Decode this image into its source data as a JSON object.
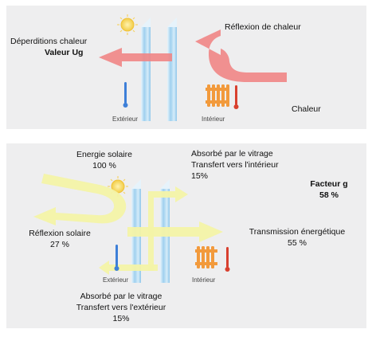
{
  "top": {
    "loss_label_1": "Déperditions chaleur",
    "loss_label_2": "Valeur Ug",
    "reflection_label": "Réflexion de chaleur",
    "heat_label": "Chaleur",
    "exterior_label": "Extérieur",
    "interior_label": "Intérieur"
  },
  "bottom": {
    "solar_label": "Energie solaire",
    "solar_value": "100 %",
    "absorbed_in_1": "Absorbé par le vitrage",
    "absorbed_in_2": "Transfert vers l'intérieur",
    "absorbed_in_value": "15%",
    "factor_label": "Facteur g",
    "factor_value": "58 %",
    "reflection_label": "Réflexion solaire",
    "reflection_value": "27 %",
    "transmission_label": "Transmission énergétique",
    "transmission_value": "55 %",
    "absorbed_out_1": "Absorbé par le vitrage",
    "absorbed_out_2": "Transfert vers l'extérieur",
    "absorbed_out_value": "15%",
    "exterior_label": "Extérieur",
    "interior_label": "Intérieur"
  },
  "colors": {
    "panel_bg": "#eeeeef",
    "heat_arrow": "#f08585",
    "solar_arrow": "#f3f3a6",
    "glass": "#bfe0f4",
    "radiator": "#f29a3c",
    "thermometer_cold": "#3d7fd8",
    "thermometer_hot": "#d8402f",
    "sun": "#f5d75a"
  }
}
